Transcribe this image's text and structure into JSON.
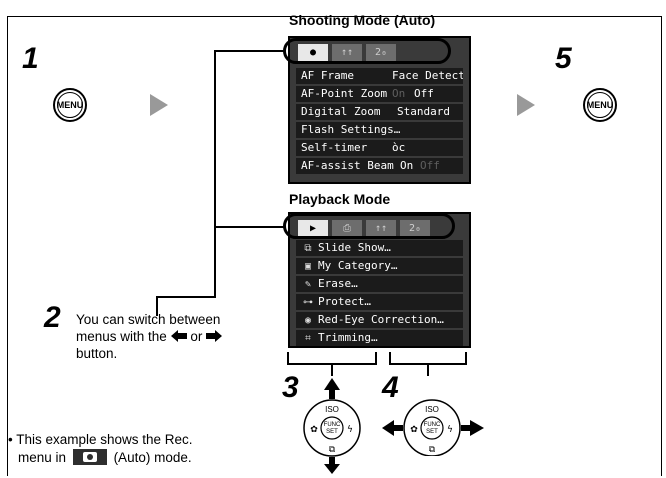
{
  "headings": {
    "shooting_mode": "Shooting Mode (Auto)",
    "playback_mode": "Playback Mode"
  },
  "steps": {
    "one": "1",
    "two": "2",
    "three": "3",
    "four": "4",
    "five": "5"
  },
  "menu_button_label": "MENU",
  "shooting_menu": {
    "tabs": [
      "●",
      "↑↑",
      "2₀"
    ],
    "rows": [
      {
        "label": "AF Frame",
        "value": "Face Detect"
      },
      {
        "label": "AF-Point Zoom",
        "value_dim": "On",
        "value": "Off"
      },
      {
        "label": "Digital Zoom",
        "value": "Standard"
      },
      {
        "label": "Flash Settings…",
        "value": ""
      },
      {
        "label": "Self-timer",
        "value": "ὸc"
      },
      {
        "label": "AF-assist Beam",
        "value": "On",
        "value_dim": "Off"
      }
    ]
  },
  "playback_menu": {
    "tabs": [
      "▶",
      "⎙",
      "↑↑",
      "2₀"
    ],
    "rows": [
      {
        "icon": "slideshow-icon",
        "glyph": "⧉",
        "label": "Slide Show…"
      },
      {
        "icon": "category-icon",
        "glyph": "▣",
        "label": "My Category…"
      },
      {
        "icon": "erase-icon",
        "glyph": "✎",
        "label": "Erase…"
      },
      {
        "icon": "key-icon",
        "glyph": "⊶",
        "label": "Protect…"
      },
      {
        "icon": "red-eye-icon",
        "glyph": "◉",
        "label": "Red-Eye Correction…"
      },
      {
        "icon": "trim-icon",
        "glyph": "⌗",
        "label": "Trimming…"
      }
    ]
  },
  "step2_text": {
    "line1": "You can switch between",
    "line2a": "menus with the",
    "line2b": "or",
    "line3": "button."
  },
  "footnote": {
    "line1": "• This example shows the Rec.",
    "line2a": "menu in",
    "line2b": "(Auto) mode."
  },
  "dial_labels": {
    "iso": "ISO",
    "func": "FUNC SET"
  }
}
